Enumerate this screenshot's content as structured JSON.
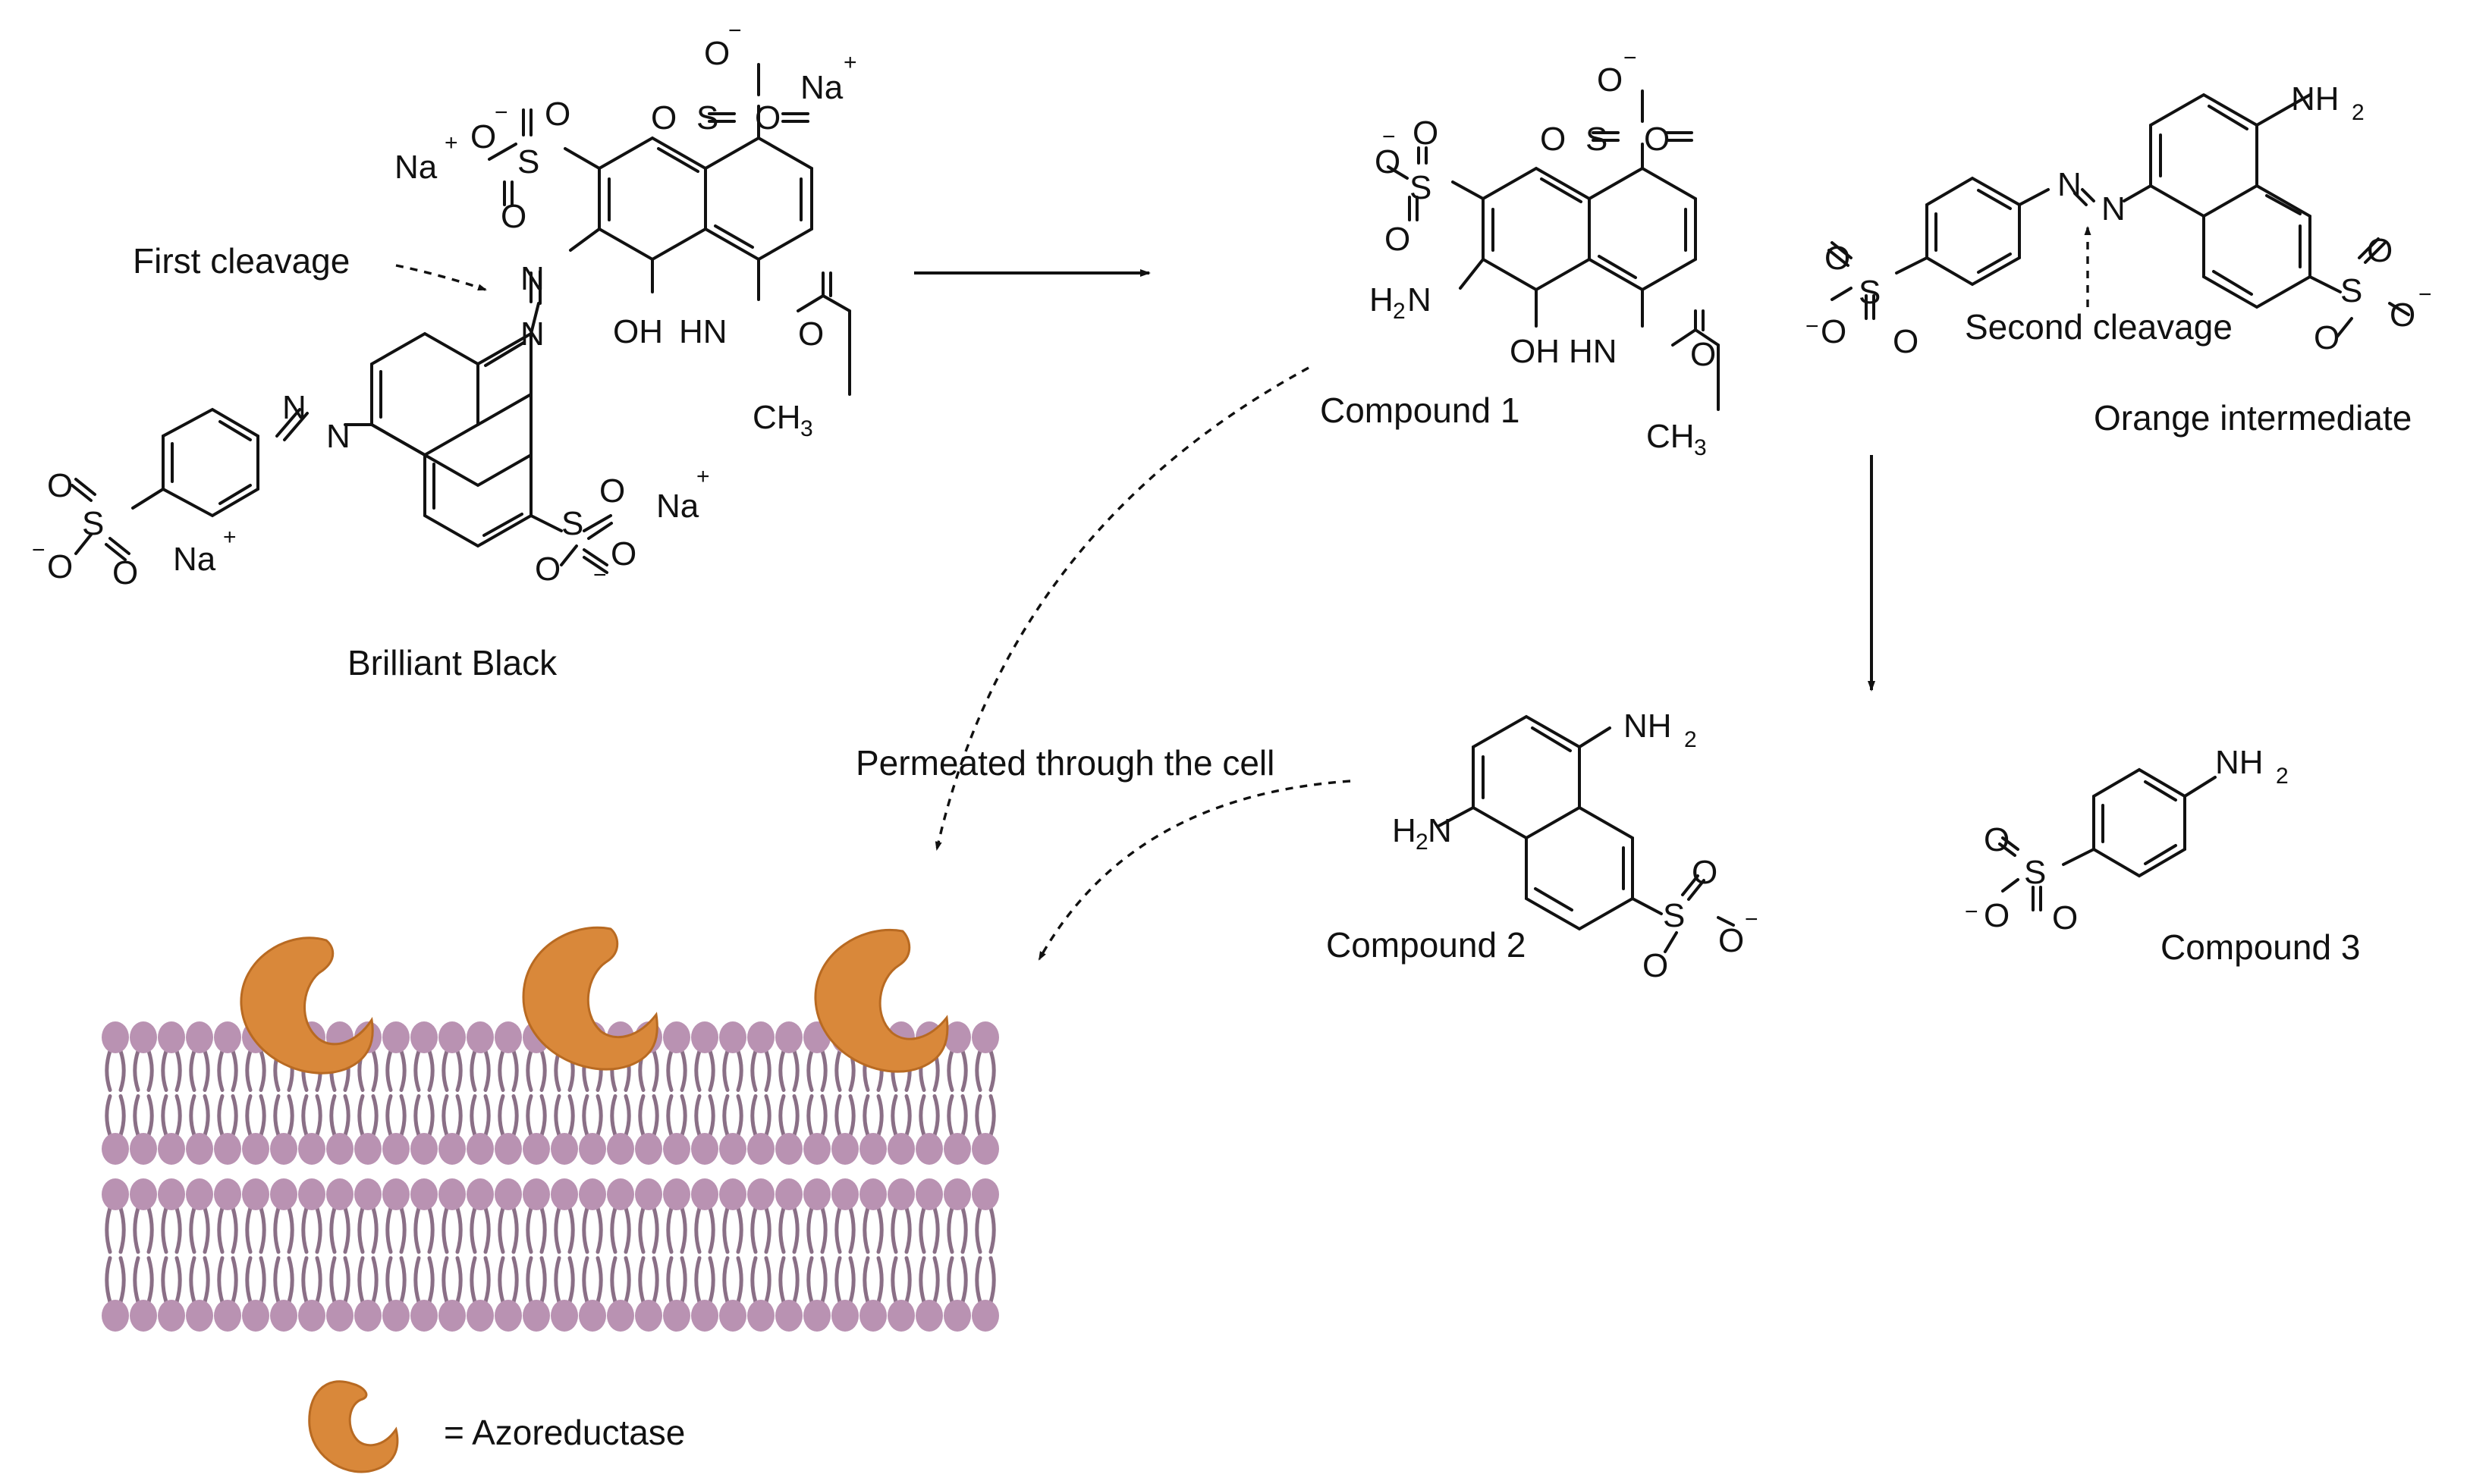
{
  "labels": {
    "brilliant_black": "Brilliant Black",
    "compound_1": "Compound 1",
    "compound_2": "Compound 2",
    "compound_3": "Compound 3",
    "orange_intermediate": "Orange intermediate",
    "first_cleavage": "First cleavage",
    "second_cleavage": "Second cleavage",
    "permeated": "Permeated through the cell",
    "legend": "= Azoreductase"
  },
  "atoms": {
    "na": "Na",
    "plus": "+",
    "minus": "−",
    "o": "O",
    "s": "S",
    "n": "N",
    "oh": "OH",
    "hn": "HN",
    "ch": "CH",
    "three": "3",
    "h": "H",
    "nh": "NH",
    "two": "2"
  },
  "colors": {
    "enzyme": "#D9883A",
    "enzyme_dark": "#B86A22",
    "lipid_head": "#B992B2",
    "lipid_tail": "#8A6F86"
  }
}
